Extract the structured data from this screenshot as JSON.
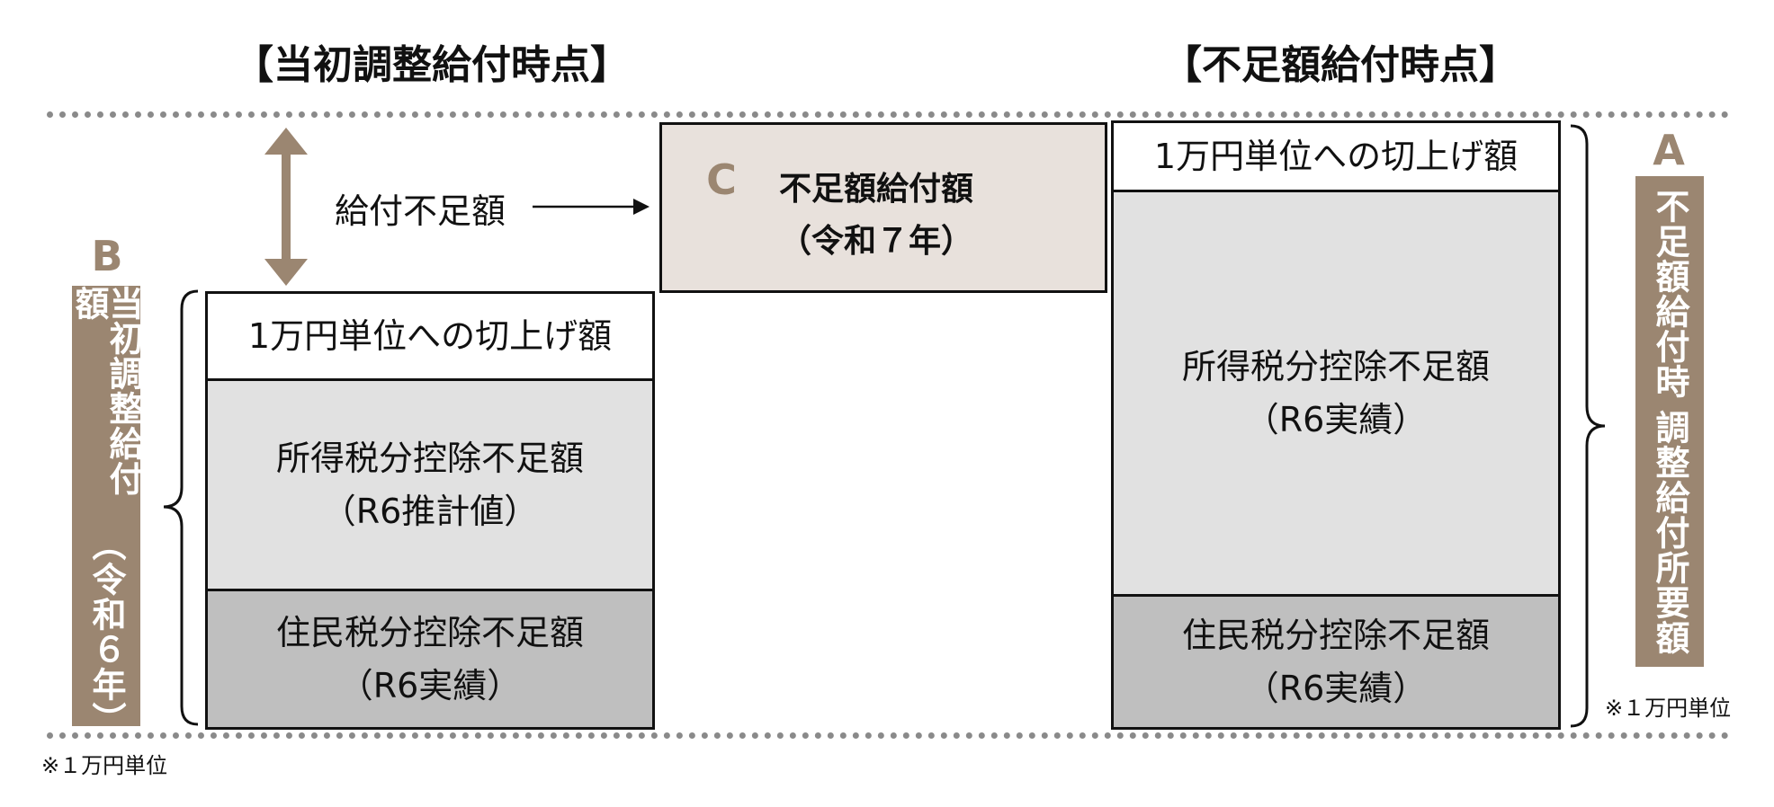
{
  "headings": {
    "initial": "【当初調整給付時点】",
    "shortfall": "【不足額給付時点】"
  },
  "left": {
    "top": "1万円単位への切上げ額",
    "middle_line1": "所得税分控除不足額",
    "middle_line2": "（R6推計値）",
    "bottom_line1": "住民税分控除不足額",
    "bottom_line2": "（R6実績）"
  },
  "right": {
    "top": "1万円単位への切上げ額",
    "middle_line1": "所得税分控除不足額",
    "middle_line2": "（R6実績）",
    "bottom_line1": "住民税分控除不足額",
    "bottom_line2": "（R6実績）"
  },
  "gap_label": "給付不足額",
  "c_box": {
    "letter": "C",
    "line1": "不足額給付額",
    "line2": "（令和７年）"
  },
  "label_a": {
    "letter": "A",
    "text_part1": "不足額給付時",
    "text_part2": "調整給付所要額"
  },
  "label_b": {
    "letter": "B",
    "text_part1": "当初調整給付額",
    "text_part2": "（令和６年）"
  },
  "notes": {
    "left": "※１万円単位",
    "right": "※１万円単位"
  },
  "colors": {
    "accent": "#9b8671",
    "c_fill": "#e8e1dc",
    "light_gray": "#e1e1e1",
    "dark_gray": "#bfbfbf",
    "dotted_line": "#8a8a8a"
  }
}
